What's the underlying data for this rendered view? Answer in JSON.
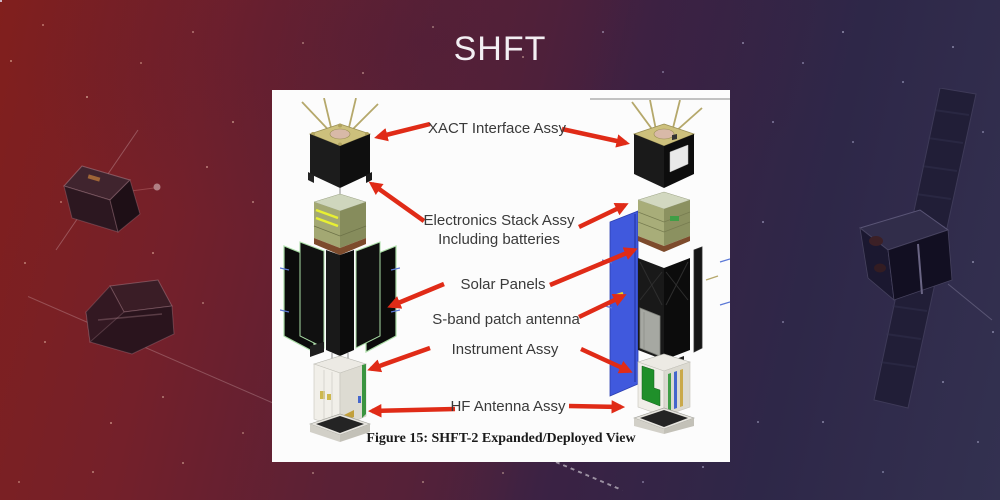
{
  "page": {
    "title": "SHFT"
  },
  "figure": {
    "caption": "Figure 15: SHFT-2 Expanded/Deployed View",
    "labels": {
      "xact": "XACT Interface Assy",
      "electronics_line1": "Electronics Stack Assy",
      "electronics_line2": "Including batteries",
      "solar": "Solar Panels",
      "sband": "S-band patch antenna",
      "instrument": "Instrument Assy",
      "hf": "HF Antenna Assy"
    },
    "arrow_color": "#e02b17",
    "label_color": "#3a3a3a"
  }
}
